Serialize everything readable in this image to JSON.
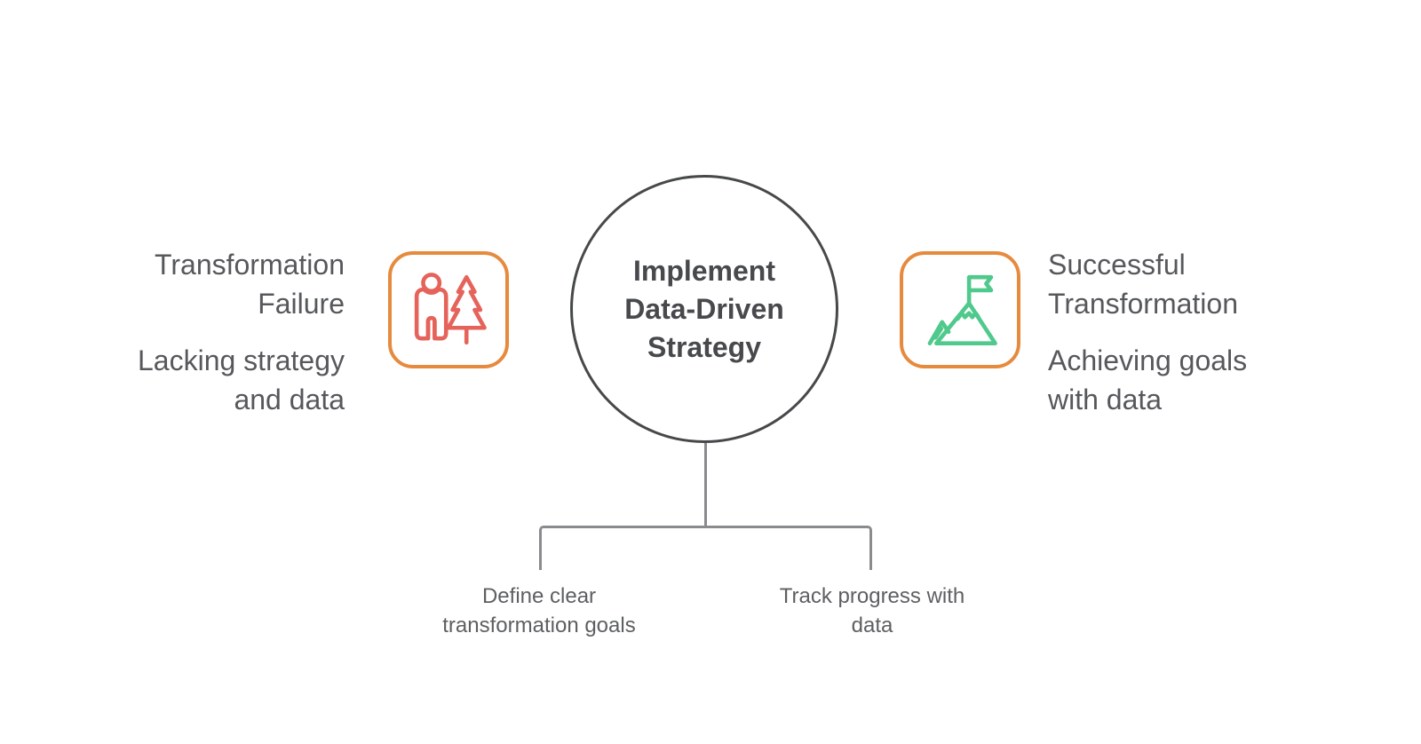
{
  "center": {
    "title": "Implement\nData-Driven\nStrategy"
  },
  "left": {
    "heading": "Transformation\nFailure",
    "subtext": "Lacking strategy\nand data",
    "icon": "lost-hiker-tree-icon"
  },
  "right": {
    "heading": "Successful\nTransformation",
    "subtext": "Achieving goals\nwith data",
    "icon": "mountain-summit-flag-icon"
  },
  "children": [
    {
      "label": "Define clear\ntransformation goals"
    },
    {
      "label": "Track progress with\ndata"
    }
  ],
  "colors": {
    "accent_orange": "#e68a3e",
    "icon_red": "#e5635a",
    "icon_green": "#50c98c",
    "circle_border": "#46484a",
    "text_dark": "#47494c",
    "text_gray": "#56585b",
    "text_light": "#5d5f61",
    "line_gray": "#898b8d"
  }
}
